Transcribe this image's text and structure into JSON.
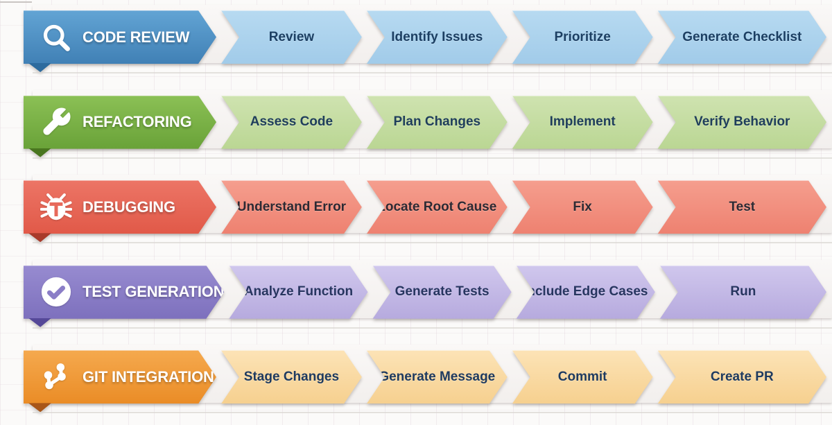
{
  "canvas": {
    "background": "#fbfaf9",
    "grid_line": "#e5d9e0",
    "track": "#f6f3f1",
    "divider": "#d9d5d2"
  },
  "rows": [
    {
      "title": "CODE REVIEW",
      "icon": "search-icon",
      "steps": [
        "Review",
        "Identify Issues",
        "Prioritize",
        "Generate Checklist"
      ],
      "colors": {
        "head-top": "#62a4d4",
        "head-bot": "#4080b5",
        "head-base": "#4f94c6",
        "fold": "#2d6b9e",
        "step-top": "#b7daf1",
        "step-bot": "#a1cbe9",
        "step-text": "#1c3f63"
      }
    },
    {
      "title": "REFACTORING",
      "icon": "wrench-icon",
      "steps": [
        "Assess Code",
        "Plan Changes",
        "Implement",
        "Verify Behavior"
      ],
      "colors": {
        "head-top": "#8bc055",
        "head-bot": "#69a238",
        "head-base": "#7cb247",
        "fold": "#49761f",
        "step-top": "#cfe3b0",
        "step-bot": "#bad693",
        "step-text": "#1f3e5b"
      }
    },
    {
      "title": "DEBUGGING",
      "icon": "bug-icon",
      "steps": [
        "Understand Error",
        "Locate Root Cause",
        "Fix",
        "Test"
      ],
      "colors": {
        "head-top": "#ec7566",
        "head-bot": "#e15948",
        "head-base": "#e76a5b",
        "fold": "#a93a2a",
        "step-top": "#f59e8e",
        "step-bot": "#ee8170",
        "step-text": "#2d2a33"
      }
    },
    {
      "title": "TEST GENERATION",
      "icon": "check-circle-icon",
      "steps": [
        "Analyze Function",
        "Generate Tests",
        "Include Edge Cases",
        "Run"
      ],
      "colors": {
        "head-top": "#978bd0",
        "head-bot": "#7d70bd",
        "head-base": "#8b7ec7",
        "fold": "#554898",
        "step-top": "#d0c7ed",
        "step-bot": "#b6aade",
        "step-text": "#273560"
      }
    },
    {
      "title": "GIT INTEGRATION",
      "icon": "git-branch-icon",
      "steps": [
        "Stage Changes",
        "Generate Message",
        "Commit",
        "Create PR"
      ],
      "colors": {
        "head-top": "#f5a94e",
        "head-bot": "#ea8c26",
        "head-base": "#f09a3c",
        "fold": "#a85618",
        "step-top": "#fce3b6",
        "step-bot": "#f6d08f",
        "step-text": "#1e3a5f"
      }
    }
  ]
}
